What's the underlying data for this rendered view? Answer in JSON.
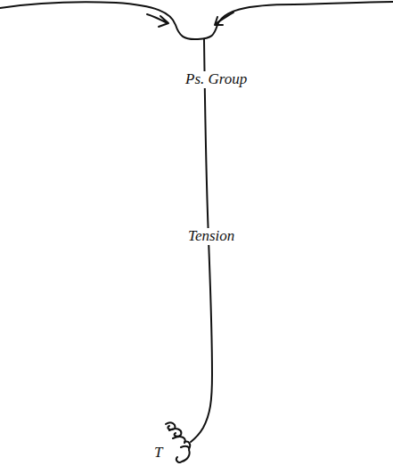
{
  "diagram": {
    "labels": [
      "Ps. Group",
      "Tension",
      "T"
    ]
  }
}
